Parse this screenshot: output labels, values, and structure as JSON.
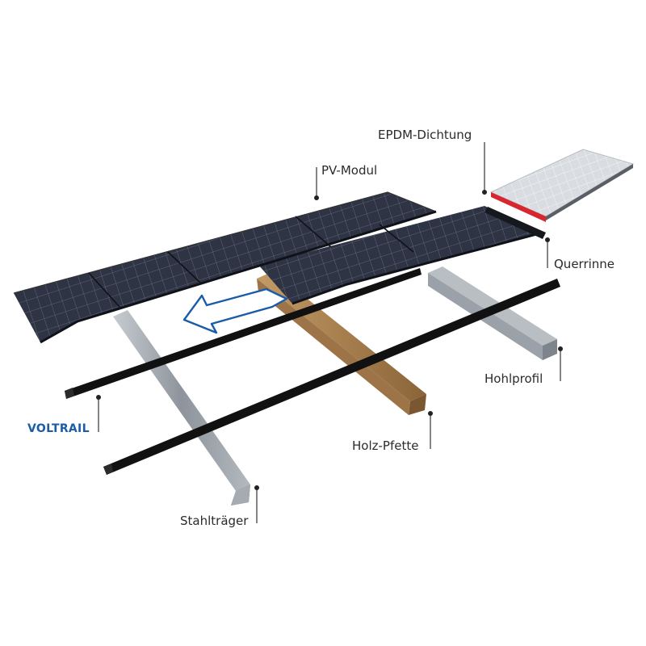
{
  "labels": {
    "epdm": "EPDM-Dichtung",
    "pv_modul": "PV-Modul",
    "querrinne": "Querrinne",
    "hohlprofil": "Hohlprofil",
    "voltrail": "VOLTRAIL",
    "holz_pfette": "Holz-Pfette",
    "stahltraeger": "Stahlträger"
  },
  "colors": {
    "accent": "#1a5ca8",
    "seal": "#d8262e",
    "rail": "#111111",
    "steel": "#9aa1a8",
    "wood": "#a27b4e",
    "panel": "#2c3140"
  }
}
